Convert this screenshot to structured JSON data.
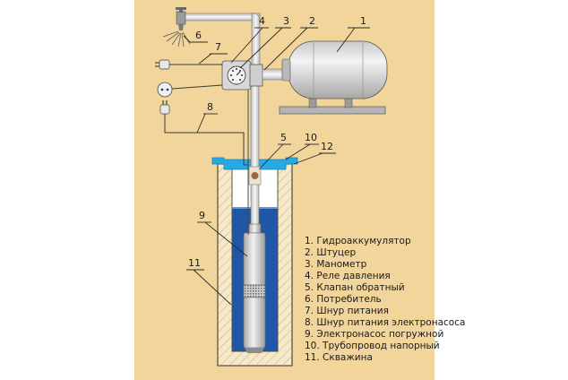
{
  "callouts": [
    {
      "id": "c1",
      "text": "1"
    },
    {
      "id": "c2",
      "text": "2"
    },
    {
      "id": "c3",
      "text": "3"
    },
    {
      "id": "c4",
      "text": "4"
    },
    {
      "id": "c5",
      "text": "5"
    },
    {
      "id": "c6",
      "text": "6"
    },
    {
      "id": "c7",
      "text": "7"
    },
    {
      "id": "c8",
      "text": "8"
    },
    {
      "id": "c9",
      "text": "9"
    },
    {
      "id": "c10",
      "text": "10"
    },
    {
      "id": "c11",
      "text": "11"
    },
    {
      "id": "c12",
      "text": "12"
    }
  ],
  "legend": [
    "1. Гидроаккумулятор",
    "2. Штуцер",
    "3. Манометр",
    "4. Реле давления",
    "5. Клапан обратный",
    "6. Потребитель",
    "7. Шнур питания",
    "8. Шнур питания электронасоса",
    "9. Электронасос погружной",
    "10. Трубопровод напорный",
    "11. Скважина"
  ],
  "colors": {
    "background": "#f2d59a",
    "page": "#ffffff",
    "soil_wall": "#f7e9c7",
    "water": "#1f56a8",
    "water_light": "#5f98d6",
    "pipe": "#e6e6e6",
    "cap": "#27a9e1",
    "tank": "#dcdcdc",
    "line": "#2a2a2a"
  }
}
